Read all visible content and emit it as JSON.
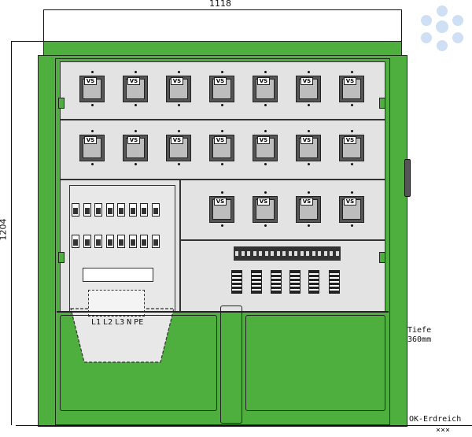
{
  "dimensions": {
    "width_label": "1118",
    "height_label": "1204"
  },
  "cabinet": {
    "meter_label": "VS",
    "meter_rows": [
      7,
      7,
      4
    ],
    "terminal_labels": [
      "L1",
      "L2",
      "L3",
      "N",
      "PE"
    ],
    "colors": {
      "body": "#4eae3e",
      "panel": "#e3e3e3"
    }
  },
  "annotations": {
    "depth_line1": "Tiefe",
    "depth_line2": "360mm",
    "ground_label": "OK-Erdreich",
    "ground_symbol": "×××"
  }
}
